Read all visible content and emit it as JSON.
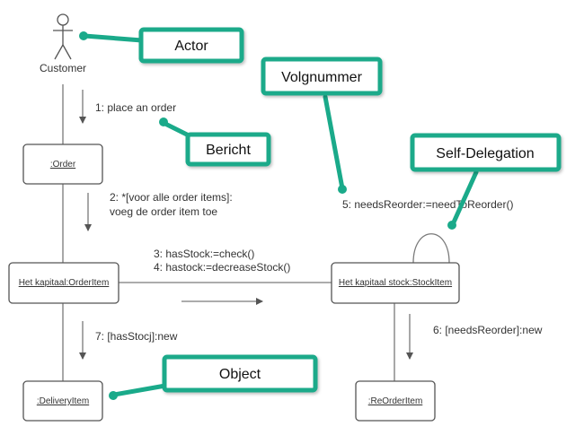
{
  "diagram": {
    "type": "UML communication diagram",
    "actor": {
      "label": "Customer"
    },
    "objects": [
      {
        "id": "order",
        "label": ":Order"
      },
      {
        "id": "orderitem",
        "label": "Het kapitaal:OrderItem"
      },
      {
        "id": "stockitem",
        "label": "Het kapitaal stock:StockItem"
      },
      {
        "id": "deliveryitem",
        "label": ":DeliveryItem"
      },
      {
        "id": "reorderitem",
        "label": ":ReOrderItem"
      }
    ],
    "messages": [
      {
        "id": "m1",
        "lines": [
          "1: place an order"
        ]
      },
      {
        "id": "m2",
        "lines": [
          "2: *[voor alle order items]:",
          "voeg de order item toe"
        ]
      },
      {
        "id": "m34",
        "lines": [
          "3: hasStock:=check()",
          "4: hastock:=decreaseStock()"
        ]
      },
      {
        "id": "m5",
        "lines": [
          "5: needsReorder:=needToReorder()"
        ]
      },
      {
        "id": "m6",
        "lines": [
          "6: [needsReorder]:new"
        ]
      },
      {
        "id": "m7",
        "lines": [
          "7: [hasStocj]:new"
        ]
      }
    ],
    "callouts": [
      {
        "id": "actor",
        "label": "Actor"
      },
      {
        "id": "bericht",
        "label": "Bericht"
      },
      {
        "id": "volgnummer",
        "label": "Volgnummer"
      },
      {
        "id": "self-delegation",
        "label": "Self-Delegation"
      },
      {
        "id": "object",
        "label": "Object"
      }
    ],
    "colors": {
      "callout_accent": "#1aaa8a",
      "line": "#7a7a7a",
      "text": "#333333"
    }
  }
}
